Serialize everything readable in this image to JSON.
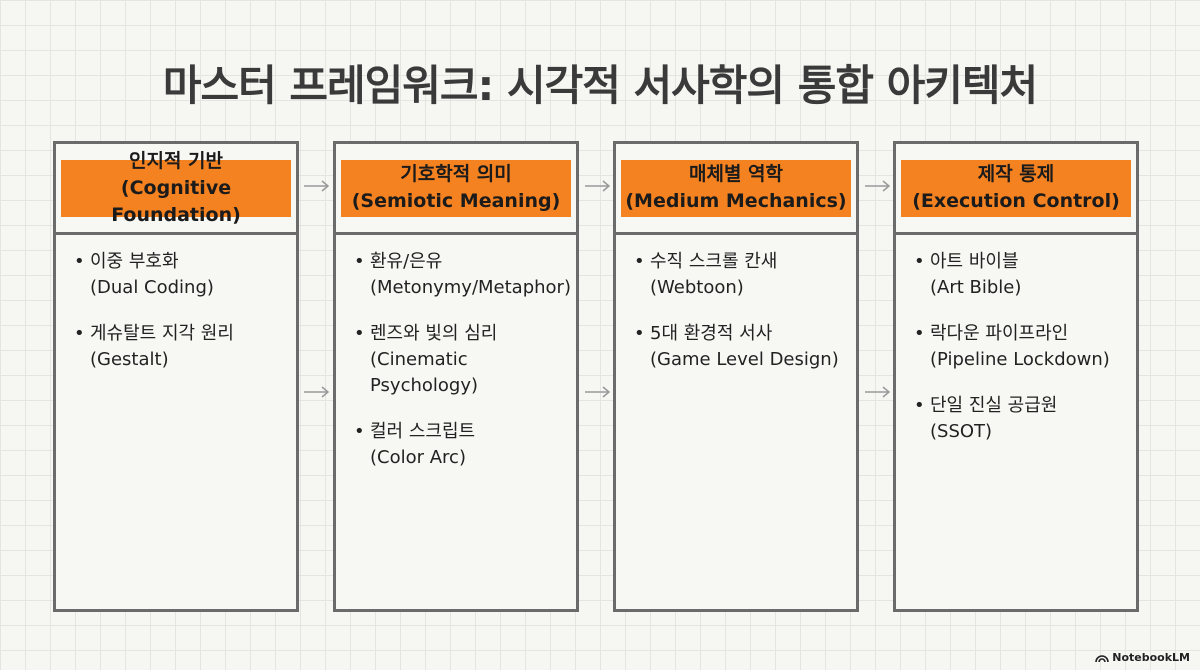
{
  "title": "마스터 프레임워크: 시각적 서사학의 통합 아키텍처",
  "columns": [
    {
      "heading_ko": "인지적 기반",
      "heading_en": "(Cognitive Foundation)",
      "items": [
        {
          "ko": "이중 부호화",
          "en": "(Dual Coding)"
        },
        {
          "ko": "게슈탈트 지각 원리",
          "en": "(Gestalt)"
        }
      ]
    },
    {
      "heading_ko": "기호학적 의미",
      "heading_en": "(Semiotic Meaning)",
      "items": [
        {
          "ko": "환유/은유",
          "en": "(Metonymy/Metaphor)"
        },
        {
          "ko": "렌즈와 빛의 심리",
          "en": "(Cinematic Psychology)"
        },
        {
          "ko": "컬러 스크립트",
          "en": "(Color Arc)"
        }
      ]
    },
    {
      "heading_ko": "매체별 역학",
      "heading_en": "(Medium Mechanics)",
      "items": [
        {
          "ko": "수직 스크롤 칸새",
          "en": "(Webtoon)"
        },
        {
          "ko": "5대 환경적 서사",
          "en": "(Game Level Design)"
        }
      ]
    },
    {
      "heading_ko": "제작 통제",
      "heading_en": "(Execution Control)",
      "items": [
        {
          "ko": "아트 바이블",
          "en": "(Art Bible)"
        },
        {
          "ko": "락다운 파이프라인",
          "en": "(Pipeline Lockdown)"
        },
        {
          "ko": "단일 진실 공급원",
          "en": "(SSOT)"
        }
      ]
    }
  ],
  "brand": "NotebookLM",
  "colors": {
    "accent": "#f58220",
    "border": "#6b6b6b",
    "arrow": "#999999"
  }
}
